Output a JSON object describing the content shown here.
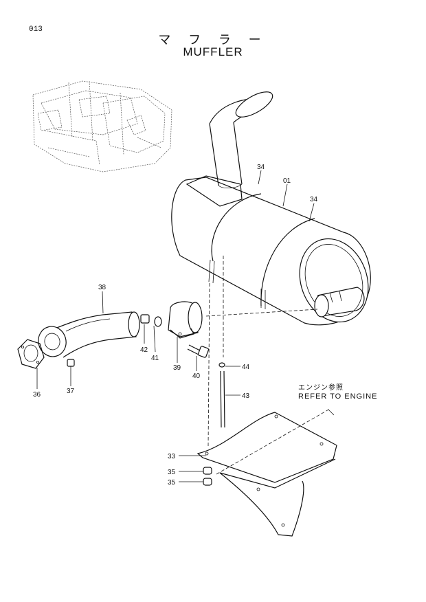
{
  "page_number": "013",
  "title_jp": "マ フ ラ ー",
  "title_en": "MUFFLER",
  "refer_note": {
    "jp": "エンジン参照",
    "en": "REFER TO ENGINE"
  },
  "callouts": {
    "p01": "01",
    "p33": "33",
    "p34a": "34",
    "p34b": "34",
    "p35a": "35",
    "p35b": "35",
    "p36": "36",
    "p37": "37",
    "p38": "38",
    "p39": "39",
    "p40": "40",
    "p41": "41",
    "p42": "42",
    "p43": "43",
    "p44": "44"
  }
}
